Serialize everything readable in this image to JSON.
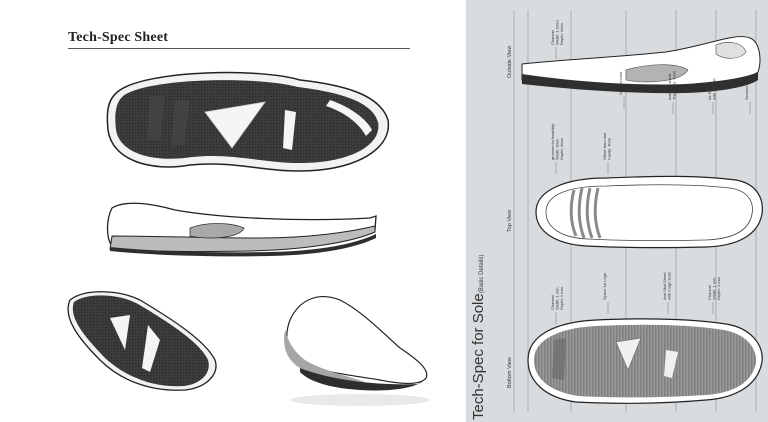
{
  "left_panel": {
    "title": "Tech-Spec Sheet"
  },
  "right_panel": {
    "heading": "Tech-Spec for Sole",
    "heading_suffix": "(Basic Details)",
    "views": {
      "outside": "Outside View",
      "top": "Top View",
      "bottom": "Bottom View"
    },
    "outside_notes": [
      "Channel\nWidth: 1.5mm\nDepth: 1mm",
      "Second color",
      "Anti-skid sheet\nThickness: 4mm",
      "Air Bubble\nwith support",
      "Second color"
    ],
    "top_notes": [
      "grooves for flexibility\nWidth: 3mm\nDepth: 2mm",
      "Offset from last\nCavity: 4mm"
    ],
    "bottom_notes": [
      "Channel\nWidth: 1 mm\nDepth: 1 mm",
      "Space for Logo",
      "Anti-Skid Sheet\nwith rough texts",
      "Channel\nWidth: 1 mm\nDepth: 1 mm"
    ]
  },
  "colors": {
    "panel_bg": "#d9dcde",
    "sole_dark": "#3a3a3a",
    "sole_grey": "#a9a9a9",
    "outline": "#222222"
  }
}
